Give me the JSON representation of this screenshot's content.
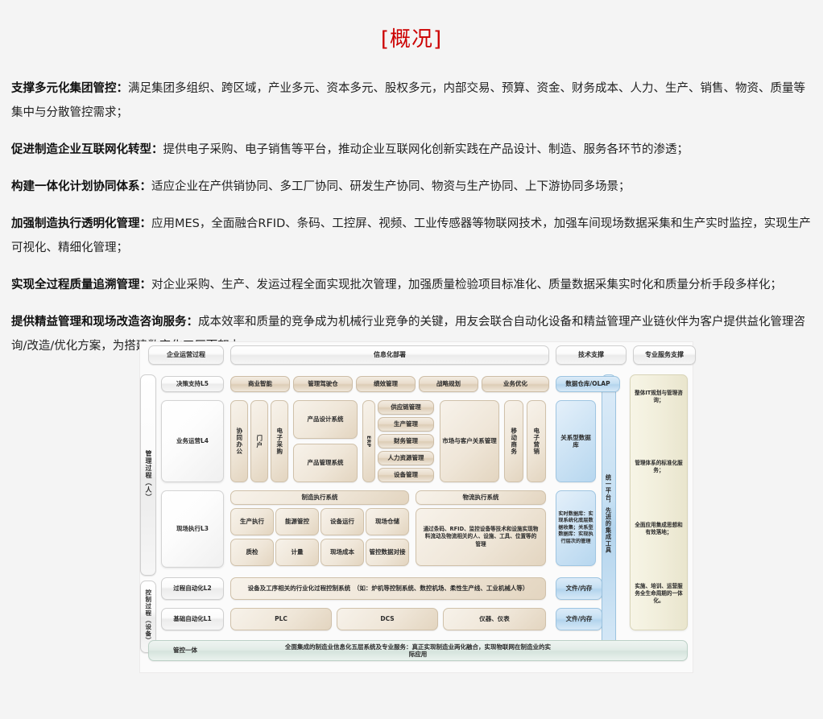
{
  "page": {
    "title": "[概况]",
    "title_color": "#cc0000",
    "background": "#f4f4f4"
  },
  "paragraphs": [
    {
      "lead": "支撑多元化集团管控：",
      "body": "满足集团多组织、跨区域，产业多元、资本多元、股权多元，内部交易、预算、资金、财务成本、人力、生产、销售、物资、质量等集中与分散管控需求；"
    },
    {
      "lead": "促进制造企业互联网化转型：",
      "body": "提供电子采购、电子销售等平台，推动企业互联网化创新实践在产品设计、制造、服务各环节的渗透；"
    },
    {
      "lead": "构建一体化计划协同体系：",
      "body": "适应企业在产供销协同、多工厂协同、研发生产协同、物资与生产协同、上下游协同多场景；"
    },
    {
      "lead": "加强制造执行透明化管理：",
      "body": "应用MES，全面融合RFID、条码、工控屏、视频、工业传感器等物联网技术，加强车间现场数据采集和生产实时监控，实现生产可视化、精细化管理；"
    },
    {
      "lead": "实现全过程质量追溯管理：",
      "body": "对企业采购、生产、发运过程全面实现批次管理，加强质量检验项目标准化、质量数据采集实时化和质量分析手段多样化；"
    },
    {
      "lead": "提供精益管理和现场改造咨询服务：",
      "body": "成本效率和质量的竞争成为机械行业竞争的关键，用友会联合自动化设备和精益管理产业链伙伴为客户提供益化管理咨询/改造/优化方案，为搭建数字化工厂而努力。"
    }
  ],
  "diagram": {
    "column_headers": {
      "operations": "企业运营过程",
      "informatization": "信息化部署",
      "tech_support": "技术支撑",
      "pro_service": "专业服务支撑"
    },
    "side_labels": {
      "management_process": "管理过程（人）",
      "control_process": "控制过程（设备）",
      "unified_platform": "统一平台，先进的集成工具"
    },
    "levels": {
      "l5": "决策支持L5",
      "l4": "业务运营L4",
      "l3": "现场执行L3",
      "l2": "过程自动化L2",
      "l1": "基础自动化L1"
    },
    "l5_modules": [
      "商业智能",
      "管理驾驶仓",
      "绩效管理",
      "战略规划",
      "业务优化"
    ],
    "l5_tech": "数据仓库/OLAP",
    "l4_vertical": [
      "协同办公",
      "门户",
      "电子采购"
    ],
    "l4_product": [
      "产品设计系统",
      "产品管理系统"
    ],
    "l4_erp_label": "ERP",
    "l4_erp_modules": [
      "供应链管理",
      "生产管理",
      "财务管理",
      "人力资源管理",
      "设备管理"
    ],
    "l4_crm": "市场与客户关系管理",
    "l4_right_vertical": [
      "移动商务",
      "电子营销"
    ],
    "l4_tech": "关系型数据库",
    "l3_mes_header": "制造执行系统",
    "l3_mes_modules": [
      "生产执行",
      "能源管控",
      "设备运行",
      "现场仓储",
      "质检",
      "计量",
      "现场成本",
      "管控数据对接"
    ],
    "l3_logistics_header": "物流执行系统",
    "l3_logistics_body": "通过条码、RFID、监控设备等技术和设施实现物料流动及物流相关的人、设施、工具、位置等的管理",
    "l3_tech": "实时数据库：实现系统化底层数据收集；关系型数据库：实现执行层次的管理",
    "l2_system": "设备及工序相关的行业化过程控制系统　（如：炉机等控制系统、数控机场、柔性生产线、工业机械人等）",
    "l2_tech": "文件/内存",
    "l1_modules": [
      "PLC",
      "DCS",
      "仪器、仪表"
    ],
    "l1_tech": "文件/内存",
    "pro_service_items": [
      "整体IT规划与管理咨询；",
      "管理体系的标准化服务；",
      "全面应用集成思想和有效落地；",
      "实施、培训、运营服务全生命周期的一体化。"
    ],
    "summary_left": "管控一体",
    "summary_text": "全面集成的制造业信息化五层系统及专业服务：真正实现制造业两化融合，实现物联网在制造业的实际应用"
  },
  "colors": {
    "title": "#cc0000",
    "tan": "#e3d2ba",
    "blue": "#c2def1",
    "cream": "#f0edd9",
    "green": "#dfeae4",
    "grey": "#efefef"
  }
}
